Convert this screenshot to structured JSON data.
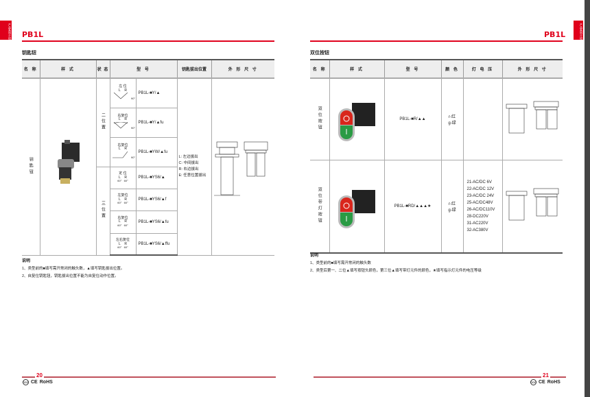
{
  "left": {
    "side_tab": "产品系列介绍",
    "brand": "PB1L",
    "section": "钥匙钮",
    "headers": [
      "名 称",
      "样 式",
      "状 态",
      "型 号",
      "钥匙拔出位置",
      "外 形 尺 寸"
    ],
    "name": "钥匙钮",
    "groups": [
      {
        "state": "二位置"
      },
      {
        "state": "三位置"
      }
    ],
    "rows": [
      {
        "label": "左 位",
        "l": "L",
        "r": "R",
        "angle": "90°",
        "model": "PB1L-■Y/▲"
      },
      {
        "label": "右复位",
        "l": "L",
        "r": "R",
        "angle": "90°",
        "model": "PB1L-■Y/▲fu"
      },
      {
        "label": "右复位",
        "l": "L",
        "r": "R",
        "angle": "90°",
        "model": "PB1L-■YW/▲fu"
      },
      {
        "label": "定 位",
        "l": "L",
        "r": "R",
        "angle": "60°",
        "angle2": "60°",
        "model": "PB1L-■YS6/▲"
      },
      {
        "label": "左复位",
        "l": "L",
        "r": "R",
        "angle": "60°",
        "angle2": "60°",
        "model": "PB1L-■YS6/▲f"
      },
      {
        "label": "右复位",
        "l": "L",
        "r": "R",
        "angle": "60°",
        "angle2": "60°",
        "model": "PB1L-■YS6/▲fu"
      },
      {
        "label": "左右复位",
        "l": "L",
        "r": "R",
        "angle": "60°",
        "angle2": "60°",
        "model": "PB1L-■YS6/▲ffu"
      }
    ],
    "key_positions": [
      "L: 左边拔出",
      "C: 中间拔出",
      "R: 右边拔出",
      "E: 任意位置拔出"
    ],
    "notes_title": "说明",
    "notes": [
      "1、类型前的■填写需开常闭的触头数，▲填写钥匙拔出位置。",
      "2、自复位钥匙钮，钥匙拔出位置不能为自复位动作位置。"
    ],
    "page": "20"
  },
  "right": {
    "side_tab": "产品系列介绍",
    "brand": "PB1L",
    "section": "双位按钮",
    "headers": [
      "名 称",
      "样 式",
      "型 号",
      "颜 色",
      "灯 电 压",
      "外 形 尺 寸"
    ],
    "rows": [
      {
        "name": "双位按钮",
        "model": "PB1L-■R/▲▲",
        "colors": [
          "r-红",
          "g-绿"
        ],
        "voltages": []
      },
      {
        "name": "双位带灯按钮",
        "model": "PB1L-■RD/▲▲▲★",
        "colors": [
          "r-红",
          "g-绿"
        ],
        "voltages": [
          "21-AC/DC 6V",
          "22-AC/DC 12V",
          "23-AC/DC 24V",
          "25-AC/DC48V",
          "26-AC/DC110V",
          "28-DC220V",
          "31-AC220V",
          "32-AC380V"
        ]
      }
    ],
    "notes_title": "说明",
    "notes": [
      "1、类型前的■填写需开常闭的触头数",
      "2、类型后第一、二位▲填写按钮头颜色，第三位▲填写带灯元件的颜色，★填写指示灯元件的电压等级"
    ],
    "page": "21"
  },
  "cert": {
    "ccc": "CCC",
    "ce": "CE",
    "rohs": "RoHS"
  },
  "colors": {
    "brand_red": "#e0001b",
    "footer_line": "#c0505a"
  }
}
